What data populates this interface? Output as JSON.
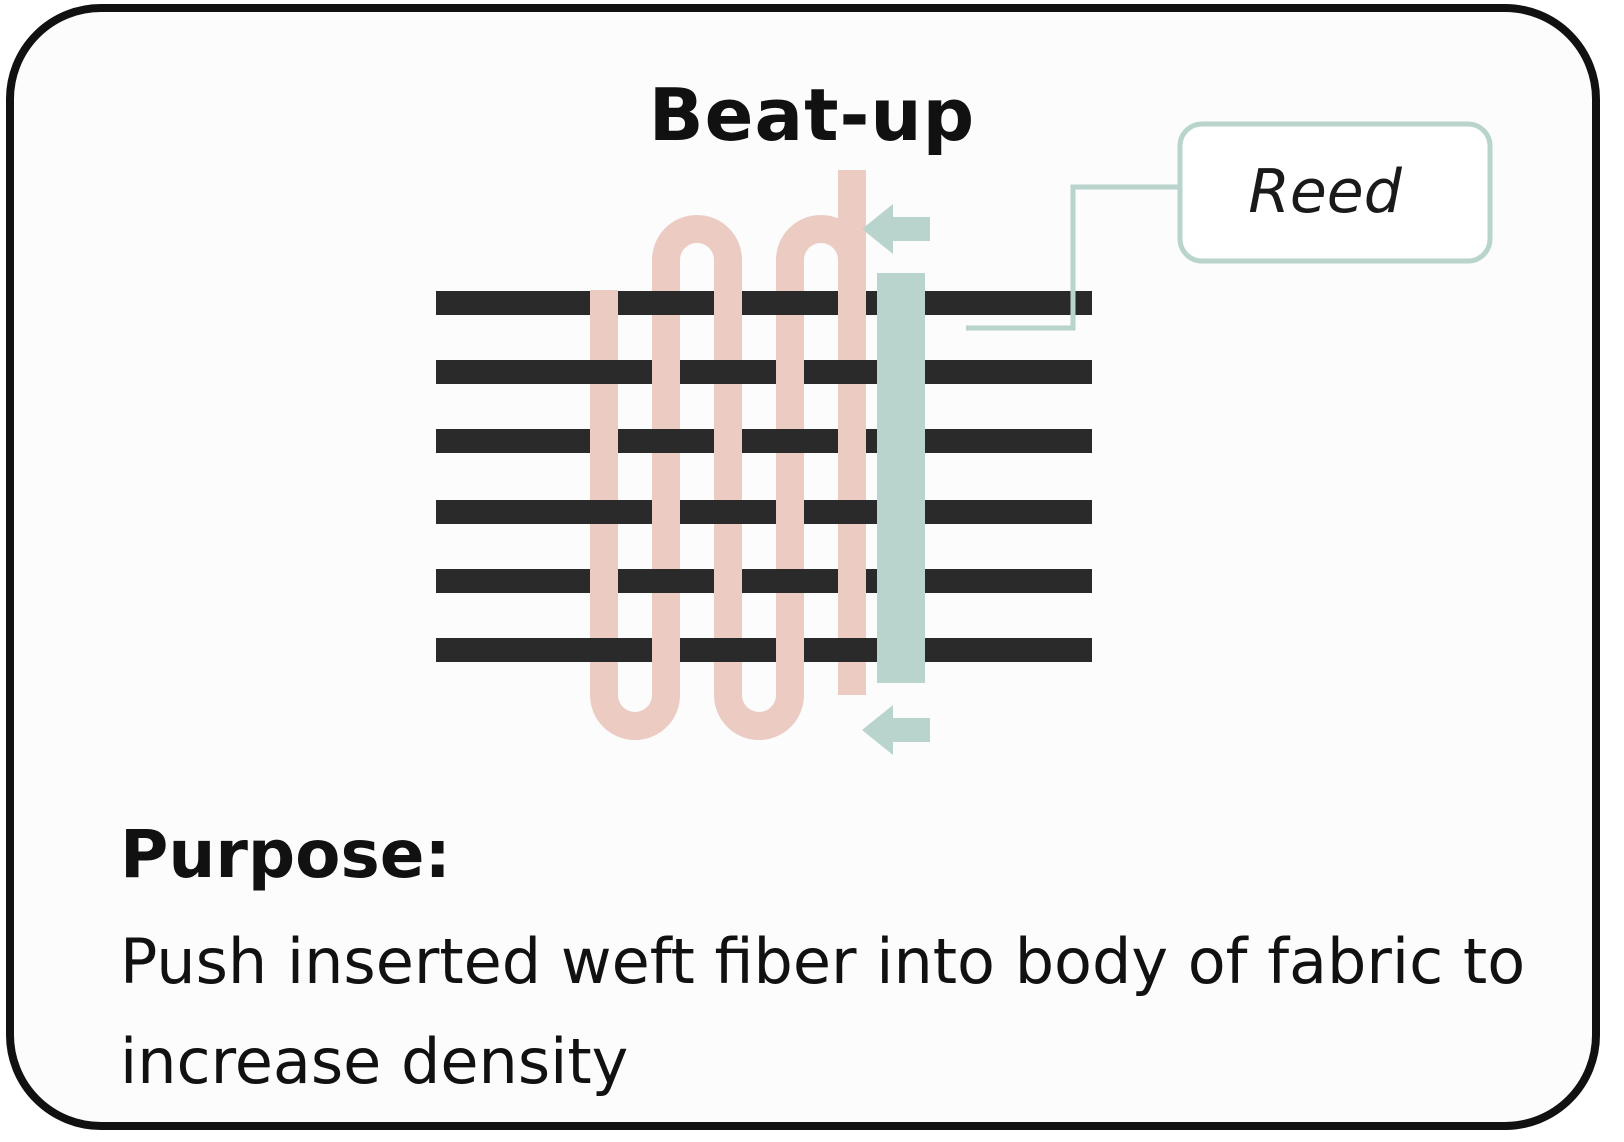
{
  "title": "Beat-up",
  "reed_label": "Reed",
  "purpose": {
    "heading": "Purpose:",
    "text": "Push inserted weft fiber into body of fabric to increase density"
  },
  "colors": {
    "warp": "#2a2a2a",
    "weft": "#eccbc3",
    "reed": "#b9d4cc",
    "card_border": "#111111",
    "card_background": "#fcfcfc"
  }
}
